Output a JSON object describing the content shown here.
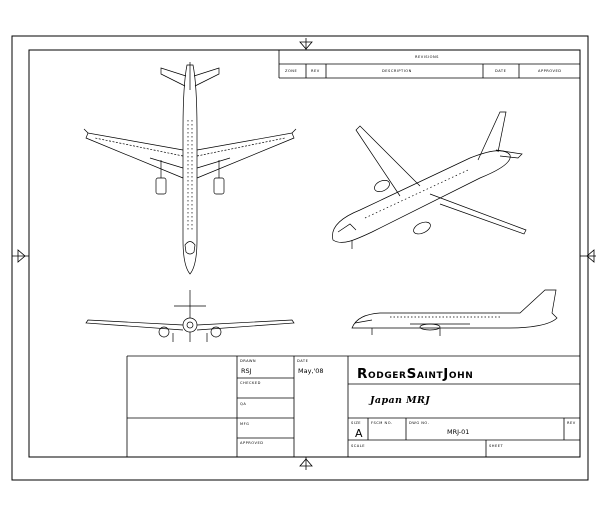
{
  "revisions": {
    "header": "REVISIONS",
    "columns": [
      "ZONE",
      "REV",
      "DESCRIPTION",
      "DATE",
      "APPROVED"
    ]
  },
  "title_block": {
    "drawn_label": "DRAWN",
    "drawn_value": "RSJ",
    "date_label": "DATE",
    "date_value": "May,'08",
    "checked_label": "CHECKED",
    "qa_label": "QA",
    "mfg_label": "MFG",
    "approved_label": "APPROVED",
    "company": "RodgerSaintJohn",
    "drawing_title": "Japan MRJ",
    "size_label": "SIZE",
    "size_value": "A",
    "fscm_label": "FSCM NO.",
    "dwg_label": "DWG NO.",
    "dwg_value": "MRJ-01",
    "rev_label": "REV",
    "scale_label": "SCALE",
    "sheet_label": "SHEET"
  }
}
